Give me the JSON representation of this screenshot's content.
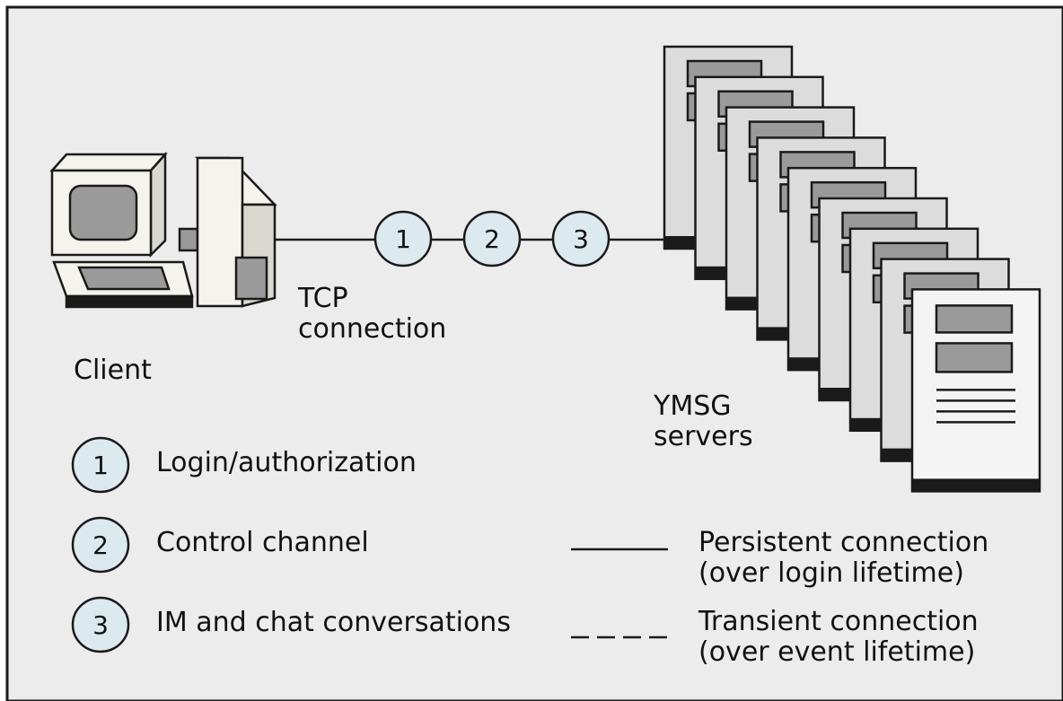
{
  "colors": {
    "background": "#ececec",
    "border": "#1a1a1a",
    "bubble_fill": "#dce9ee",
    "device_fill": "#f4f4ec",
    "screen_fill": "#9a9a9a",
    "server_fill": "#dcdcdc",
    "server_front_fill": "#f4f4f4"
  },
  "labels": {
    "client": "Client",
    "tcp_line1": "TCP",
    "tcp_line2": "connection",
    "servers_line1": "YMSG",
    "servers_line2": "servers"
  },
  "connection_steps": [
    "1",
    "2",
    "3"
  ],
  "legend": {
    "steps": [
      {
        "number": "1",
        "text": "Login/authorization"
      },
      {
        "number": "2",
        "text": "Control channel"
      },
      {
        "number": "3",
        "text": "IM and chat conversations"
      }
    ],
    "line_types": [
      {
        "style": "solid",
        "line1": "Persistent connection",
        "line2": "(over login lifetime)"
      },
      {
        "style": "dashed",
        "line1": "Transient connection",
        "line2": "(over event lifetime)"
      }
    ]
  },
  "icons": {
    "client": "desktop-computer-icon",
    "server": "server-icon"
  }
}
